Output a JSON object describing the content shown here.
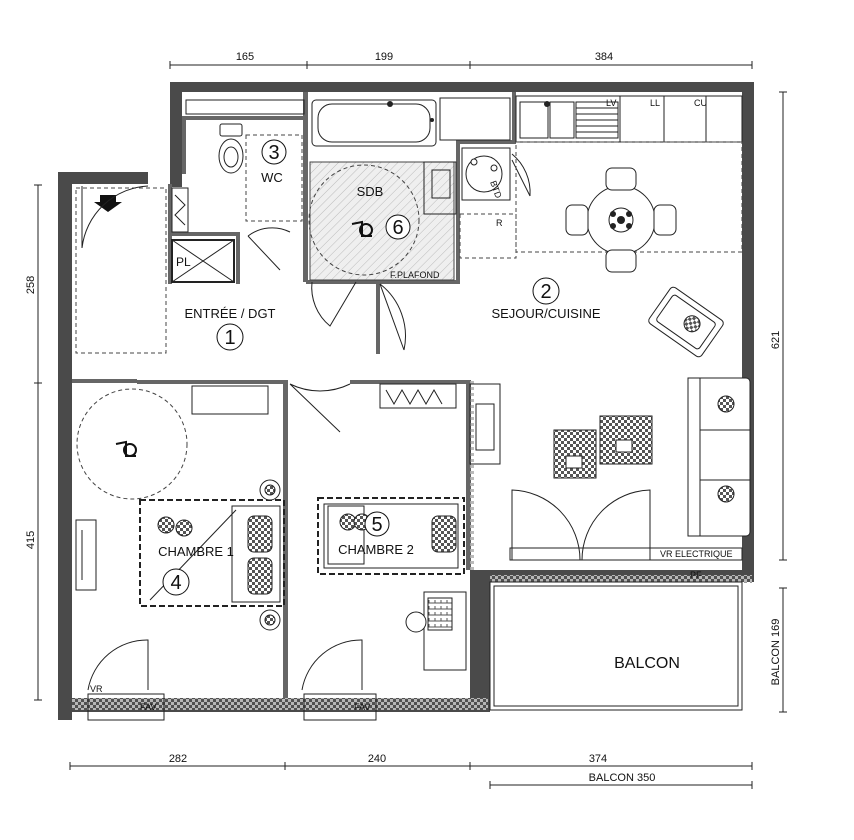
{
  "dimensions": {
    "top": [
      "165",
      "199",
      "384"
    ],
    "bottom": [
      "282",
      "240",
      "374"
    ],
    "bottom_balcony": "BALCON 350",
    "left_top": "258",
    "left_bottom": "415",
    "right": "621",
    "balcony_right": "BALCON 169"
  },
  "rooms": {
    "entree": {
      "label": "ENTRÉE / DGT",
      "number": "1"
    },
    "sejour": {
      "label": "SEJOUR/CUISINE",
      "number": "2"
    },
    "wc": {
      "label": "WC",
      "number": "3"
    },
    "chambre1": {
      "label": "CHAMBRE 1",
      "number": "4"
    },
    "chambre2": {
      "label": "CHAMBRE 2",
      "number": "5"
    },
    "sdb": {
      "label": "SDB",
      "number": "6"
    },
    "balcon": {
      "label": "BALCON"
    }
  },
  "annotations": {
    "pl": "PL",
    "fplafond": "F.PLAFOND",
    "btd": "BTD",
    "r": "R",
    "lv": "LV",
    "ll": "LL",
    "cu": "CU",
    "vr_electrique": "VR ELECTRIQUE",
    "pf": "PF",
    "fav": "FAV",
    "vr": "VR"
  },
  "colors": {
    "wall": "#4a4a4a",
    "hatch": "#dcdcdc"
  }
}
